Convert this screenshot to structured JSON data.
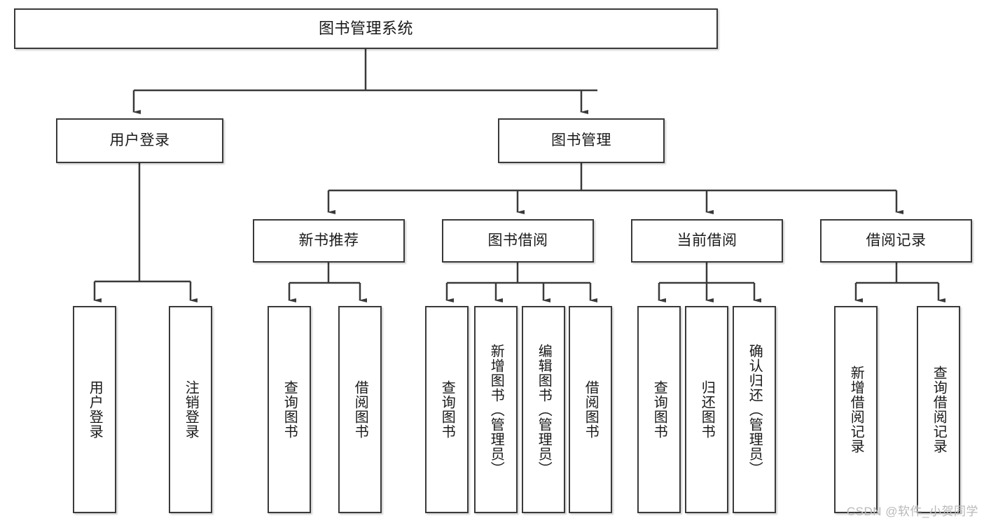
{
  "diagram": {
    "title": "图书管理系统",
    "type": "tree-hierarchy",
    "nodes": {
      "root": {
        "label": "图书管理系统"
      },
      "user_login": {
        "label": "用户登录"
      },
      "book_manage": {
        "label": "图书管理"
      },
      "new_book_rec": {
        "label": "新书推荐"
      },
      "book_borrow": {
        "label": "图书借阅"
      },
      "current_borrow": {
        "label": "当前借阅"
      },
      "borrow_record": {
        "label": "借阅记录"
      },
      "leaf_user_login": {
        "label": "用户登录"
      },
      "leaf_logout": {
        "label": "注销登录"
      },
      "leaf_query_book_1": {
        "label": "查询图书"
      },
      "leaf_borrow_book_1": {
        "label": "借阅图书"
      },
      "leaf_query_book_2": {
        "label": "查询图书"
      },
      "leaf_add_book": {
        "label": "新增图书（管理员）"
      },
      "leaf_edit_book": {
        "label": "编辑图书（管理员）"
      },
      "leaf_borrow_book_2": {
        "label": "借阅图书"
      },
      "leaf_query_book_3": {
        "label": "查询图书"
      },
      "leaf_return_book": {
        "label": "归还图书"
      },
      "leaf_confirm_return": {
        "label": "确认归还（管理员）"
      },
      "leaf_add_record": {
        "label": "新增借阅记录"
      },
      "leaf_query_record": {
        "label": "查询借阅记录"
      }
    },
    "edges": [
      {
        "from": "root",
        "to": "user_login"
      },
      {
        "from": "root",
        "to": "book_manage"
      },
      {
        "from": "user_login",
        "to": "leaf_user_login"
      },
      {
        "from": "user_login",
        "to": "leaf_logout"
      },
      {
        "from": "book_manage",
        "to": "new_book_rec"
      },
      {
        "from": "book_manage",
        "to": "book_borrow"
      },
      {
        "from": "book_manage",
        "to": "current_borrow"
      },
      {
        "from": "book_manage",
        "to": "borrow_record"
      },
      {
        "from": "new_book_rec",
        "to": "leaf_query_book_1"
      },
      {
        "from": "new_book_rec",
        "to": "leaf_borrow_book_1"
      },
      {
        "from": "book_borrow",
        "to": "leaf_query_book_2"
      },
      {
        "from": "book_borrow",
        "to": "leaf_add_book"
      },
      {
        "from": "book_borrow",
        "to": "leaf_edit_book"
      },
      {
        "from": "book_borrow",
        "to": "leaf_borrow_book_2"
      },
      {
        "from": "current_borrow",
        "to": "leaf_query_book_3"
      },
      {
        "from": "current_borrow",
        "to": "leaf_return_book"
      },
      {
        "from": "current_borrow",
        "to": "leaf_confirm_return"
      },
      {
        "from": "borrow_record",
        "to": "leaf_add_record"
      },
      {
        "from": "borrow_record",
        "to": "leaf_query_record"
      }
    ]
  },
  "watermark": {
    "text": "CSDN @软件_小贺同学"
  },
  "colors": {
    "border": "#3a3a3a",
    "background": "#ffffff",
    "text": "#1a1a1a",
    "watermark": "#b9b9b9"
  }
}
